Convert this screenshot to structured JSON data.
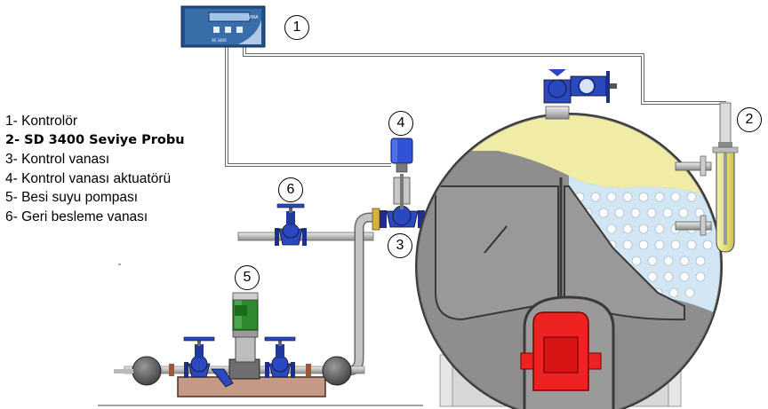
{
  "legend": [
    {
      "text": "1- Kontrolör",
      "bold": false
    },
    {
      "text": "2- SD 3400 Seviye Probu",
      "bold": true
    },
    {
      "text": "3- Kontrol vanası",
      "bold": false
    },
    {
      "text": "4- Kontrol vanası aktuatörü",
      "bold": false
    },
    {
      "text": "5- Besi suyu pompası",
      "bold": false
    },
    {
      "text": "6- Geri besleme vanası",
      "bold": false
    }
  ],
  "callouts": {
    "n1": "1",
    "n2": "2",
    "n3": "3",
    "n4": "4",
    "n5": "5",
    "n6": "6"
  },
  "controller": {
    "brand": "VIRA",
    "model": "SK 3400"
  },
  "colors": {
    "pipe": "#c8c8c8",
    "valve_blue": "#1f3fb0",
    "boiler_grey": "#8c8c8c",
    "steam_yellow": "#f0eca6",
    "water_blue": "#cfe3f2",
    "burner_red": "#ee2222",
    "pump_green": "#2f8a2f",
    "base_brown": "#c49a86"
  }
}
